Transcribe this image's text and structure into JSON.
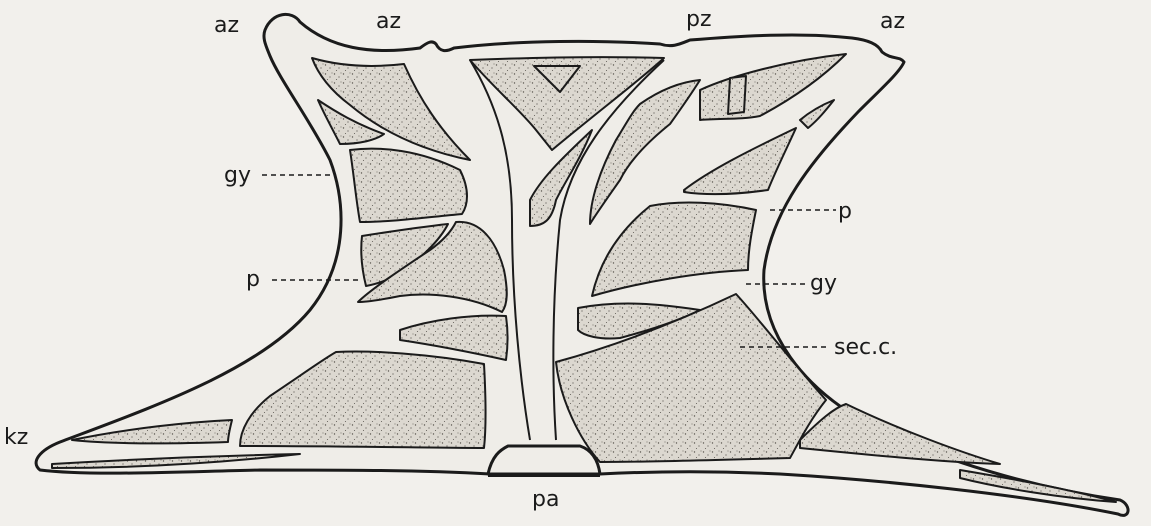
{
  "labels": {
    "az_left": "az",
    "az_center": "az",
    "pz": "pz",
    "az_right": "az",
    "gy_left": "gy",
    "p_left": "p",
    "p_right": "p",
    "gy_right": "gy",
    "sec_c": "sec.c.",
    "kz": "kz",
    "pa": "pa"
  },
  "colors": {
    "background": "#f2f0ec",
    "ink": "#1b1b1b",
    "stipple_fill": "#dcd8d0"
  }
}
